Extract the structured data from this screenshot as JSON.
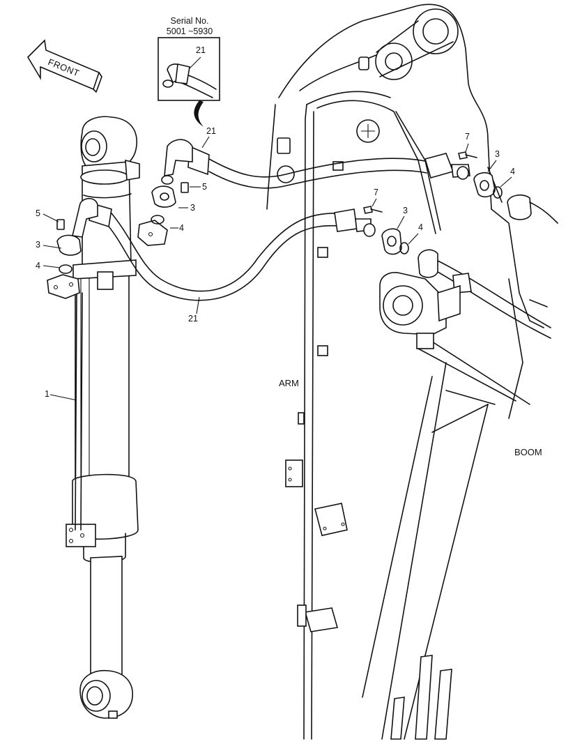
{
  "inset": {
    "serial_title": "Serial No.",
    "serial_range": "5001 ~5930",
    "part": "21"
  },
  "front_label": "FRONT",
  "area_labels": {
    "arm": "ARM",
    "boom": "BOOM"
  },
  "callouts": {
    "c1": "1",
    "c3_left": "3",
    "c4_left": "4",
    "c5_left": "5",
    "c21_top": "21",
    "c5_mid": "5",
    "c3_mid": "3",
    "c4_mid": "4",
    "c21_bottom": "21",
    "c7_upper": "7",
    "c3_upper": "3",
    "c4_upper": "4",
    "c7_lower": "7",
    "c3_lower": "3",
    "c4_lower": "4"
  }
}
